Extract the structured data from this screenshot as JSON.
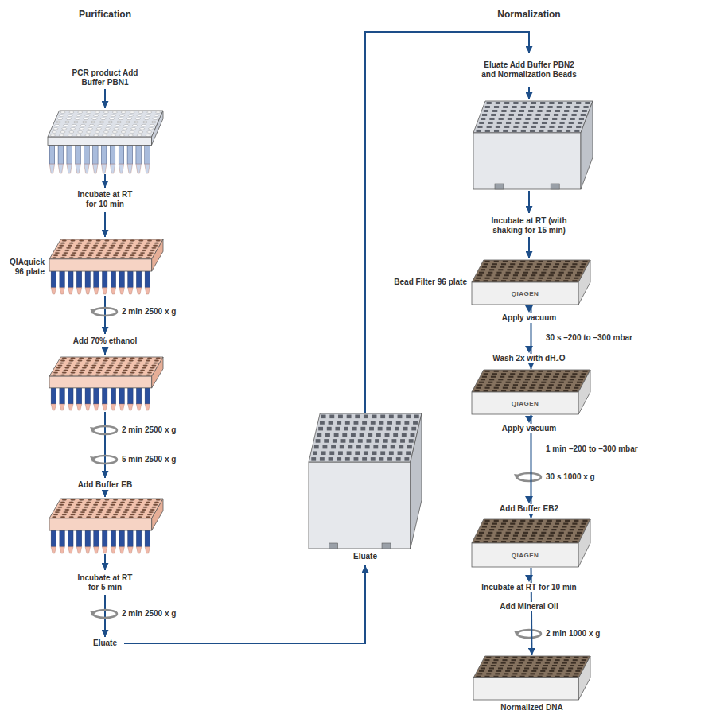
{
  "diagram": {
    "nodes": [
      {
        "text": [
          "QIAquick 96 plate"
        ]
      },
      {
        "text": [
          "Eluate"
        ]
      },
      {
        "text": [
          "Bead Filter 96 plate",
          "QIAGEN"
        ]
      },
      {
        "text": [
          "QIAGEN"
        ]
      },
      {
        "text": [
          "QIAGEN"
        ]
      },
      {
        "text": [
          "Normalized DNA"
        ]
      }
    ],
    "edges": [
      {
        "from": 2,
        "to": 3,
        "arrow": "to"
      },
      {
        "from": 3,
        "to": 4,
        "arrow": "to"
      },
      {
        "from": 4,
        "to": 5,
        "arrow": "to"
      }
    ],
    "labels": [
      "Purification",
      "Normalization",
      "PCR product Add Buffer PBN1",
      "Incubate at RT for 10 min",
      "2 min 2500 x g",
      "Add 70% ethanol",
      "2 min 2500 x g",
      "5 min 2500 x g",
      "Add Buffer EB",
      "Incubate at RT for 5 min",
      "2 min 2500 x g",
      "Eluate",
      "Eluate Add Buffer PBN2 and Normalization Beads",
      "Incubate at RT (with shaking for 15 min)",
      "Apply vacuum",
      "30 s –200 to –300 mbar",
      "Wash 2x with dH₂O",
      "Apply vacuum",
      "1 min –200 to –300 mbar",
      "30 s 1000 x g",
      "Add Buffer EB2",
      "Incubate at RT for 10 min",
      "Add Mineral Oil",
      "2 min 1000 x g"
    ]
  }
}
